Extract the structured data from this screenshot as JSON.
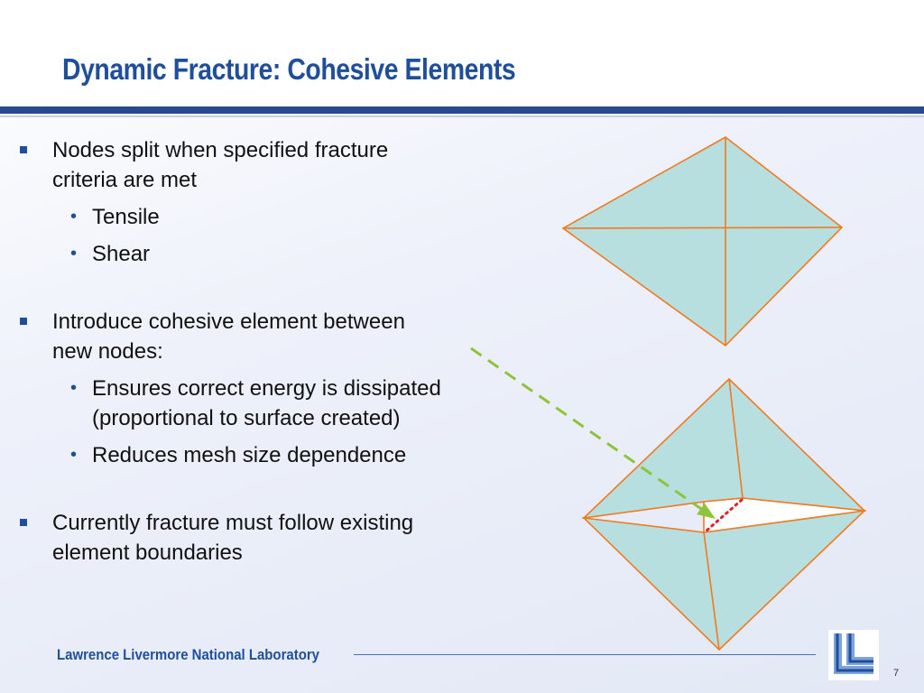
{
  "title": "Dynamic Fracture: Cohesive Elements",
  "bullets": [
    {
      "text_lines": [
        "Nodes split when specified fracture",
        "criteria are met"
      ],
      "sub": [
        "Tensile",
        "Shear"
      ]
    },
    {
      "text_lines": [
        "Introduce cohesive element between",
        "new nodes:"
      ],
      "sub": [
        [
          "Ensures correct energy is dissipated",
          "(proportional to surface created)"
        ],
        [
          "Reduces mesh size dependence"
        ]
      ]
    },
    {
      "text_lines": [
        "Currently fracture must follow existing",
        "element boundaries"
      ]
    }
  ],
  "footer": {
    "org": "Lawrence Livermore National Laboratory",
    "page": "7"
  },
  "colors": {
    "title": "#1f4e9a",
    "mesh_fill": "#b8dfe0",
    "mesh_edge": "#f07a1f",
    "arrow": "#8cc43a",
    "cohesive_gap": "#e0202a"
  }
}
